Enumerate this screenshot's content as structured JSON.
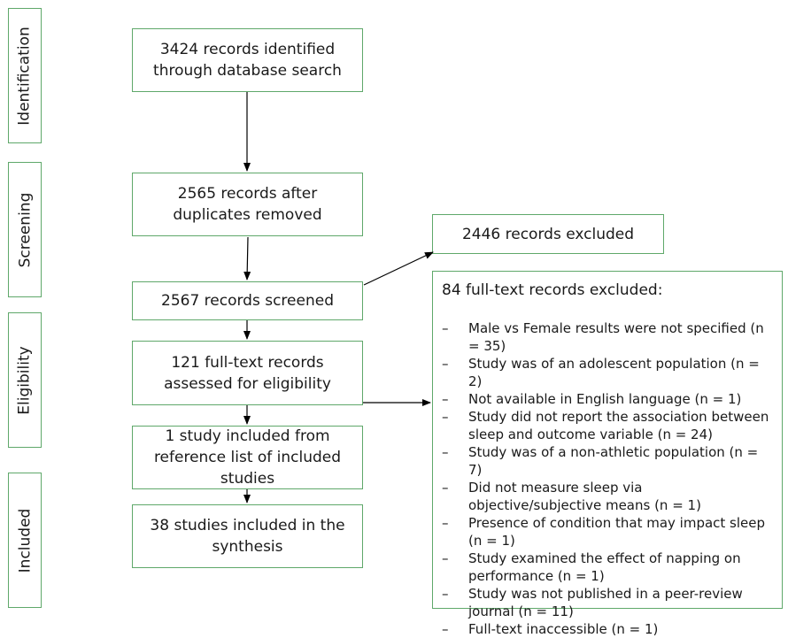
{
  "stages": {
    "identification": "Identification",
    "screening": "Screening",
    "eligibility": "Eligibility",
    "included": "Included"
  },
  "boxes": {
    "identified": [
      "3424 records identified",
      "through database search"
    ],
    "duplicates_removed": [
      "2565 records after",
      "duplicates removed"
    ],
    "screened": [
      "2567 records screened"
    ],
    "full_text_assessed": [
      "121 full-text records",
      "assessed for eligibility"
    ],
    "reference_list": [
      "1 study included from",
      "reference list of included",
      "studies"
    ],
    "included_synthesis": [
      "38 studies included in the",
      "synthesis"
    ],
    "records_excluded": [
      "2446 records excluded"
    ]
  },
  "fulltext_exclusions": {
    "title": "84 full-text records excluded:",
    "items": [
      "Male vs Female results were not specified (n = 35)",
      "Study was of an adolescent population (n = 2)",
      "Not available in English language (n = 1)",
      "Study did not report the association between sleep and outcome variable (n = 24)",
      "Study was of a non-athletic population (n = 7)",
      "Did not measure sleep via objective/subjective means (n = 1)",
      "Presence of condition that may impact sleep (n = 1)",
      "Study examined the effect of napping on performance (n = 1)",
      "Study was not published in a peer-review journal (n = 11)",
      "Full-text inaccessible (n = 1)"
    ]
  }
}
